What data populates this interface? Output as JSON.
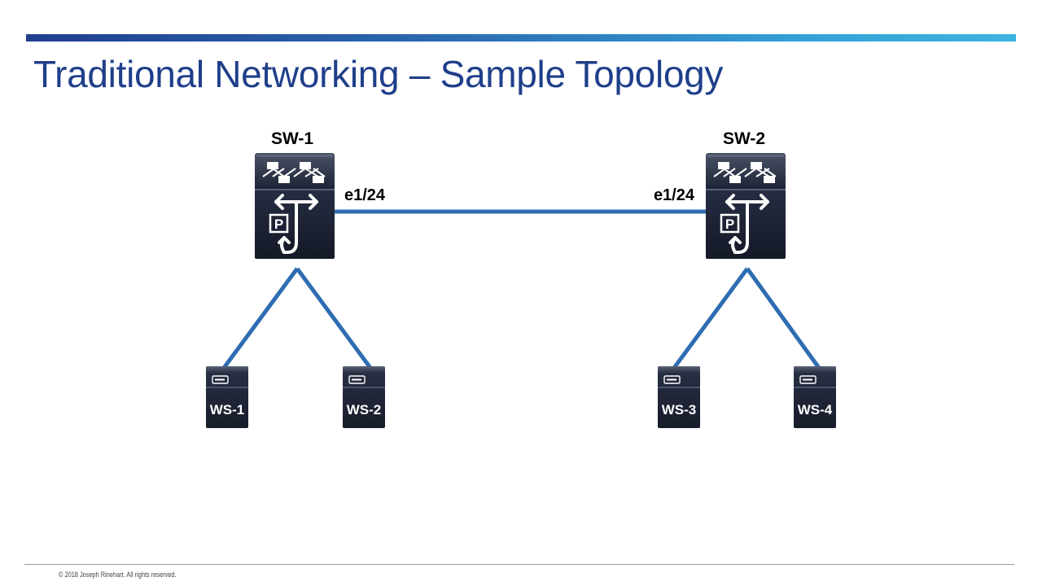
{
  "slide": {
    "title": "Traditional Networking – Sample Topology",
    "footer": "© 2018  Joseph Rinehart. All rights reserved."
  },
  "colors": {
    "title": "#1f3f8a",
    "link": "#2e6db2",
    "device_body": "#1e2436",
    "accent_bar_start": "#203f8f",
    "accent_bar_end": "#3cb4e0"
  },
  "topology": {
    "switches": [
      {
        "id": "sw1",
        "label": "SW-1",
        "port_label": "e1/24",
        "icon": "layer3-switch-icon"
      },
      {
        "id": "sw2",
        "label": "SW-2",
        "port_label": "e1/24",
        "icon": "layer3-switch-icon"
      }
    ],
    "workstations": [
      {
        "id": "ws1",
        "label": "WS-1",
        "uplink": "SW-1",
        "icon": "workstation-icon"
      },
      {
        "id": "ws2",
        "label": "WS-2",
        "uplink": "SW-1",
        "icon": "workstation-icon"
      },
      {
        "id": "ws3",
        "label": "WS-3",
        "uplink": "SW-2",
        "icon": "workstation-icon"
      },
      {
        "id": "ws4",
        "label": "WS-4",
        "uplink": "SW-2",
        "icon": "workstation-icon"
      }
    ],
    "links": [
      {
        "from": "SW-1",
        "to": "SW-2",
        "ports": [
          "e1/24",
          "e1/24"
        ]
      },
      {
        "from": "SW-1",
        "to": "WS-1"
      },
      {
        "from": "SW-1",
        "to": "WS-2"
      },
      {
        "from": "SW-2",
        "to": "WS-3"
      },
      {
        "from": "SW-2",
        "to": "WS-4"
      }
    ]
  }
}
